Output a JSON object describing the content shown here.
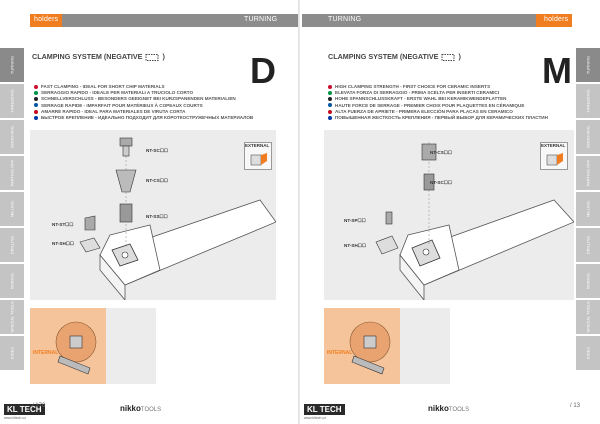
{
  "left": {
    "header_left": "holders",
    "header_right": "TURNING",
    "title": "CLAMPING SYSTEM (NEGATIVE",
    "big_letter": "D",
    "features": [
      {
        "text": "FAST CLAMPING - IDEAL FOR SHORT CHIP MATERIALS",
        "flag": "#c8102e"
      },
      {
        "text": "SERRAGGIO RAPIDO - IDEALE PER MATERIALI A TRUCIOLO CORTO",
        "flag": "#009246"
      },
      {
        "text": "SCHNELLVERSCHLUSS - BESONDERS GEEIGNET BEI KURZSPANENDEN MATERIALIEN",
        "flag": "#222222"
      },
      {
        "text": "SERRAGE RAPIDE - IMPARFAIT POUR MATÉRIEUX À COPEAUX COURTS",
        "flag": "#0055a4"
      },
      {
        "text": "AMARRE RAPIDO - IDEAL PARA MATERIALES DE VIRUTA CORTA",
        "flag": "#c60b1e"
      },
      {
        "text": "БЫСТРОЕ КРЕПЛЕНИЕ - ИДЕАЛЬНО ПОДХОДИТ ДЛЯ КОРОТКОСТРУЖЕЧНЫХ МАТЕРИАЛОВ",
        "flag": "#0039a6"
      }
    ],
    "external_label": "EXTERNAL",
    "internal_label": "INTERNAL",
    "parts": [
      "NT-SC☐☐",
      "NT-CS☐☐",
      "NT-SS☐☐",
      "NT-ST☐☐",
      "NT-SH☐☐"
    ],
    "logo": "KL TECH",
    "logo_sub": "www.kltech.cz",
    "brand": "nikko",
    "brand_suffix": "TOOLS",
    "page_number": "/ 170"
  },
  "right": {
    "header_left": "TURNING",
    "header_right": "holders",
    "title": "CLAMPING SYSTEM (NEGATIVE",
    "big_letter": "M",
    "features": [
      {
        "text": "HIGH CLAMPING STRENGTH - FIRST CHOICE FOR CERAMIC INSERTS",
        "flag": "#c8102e"
      },
      {
        "text": "ELEVATA FORZA DI SERRAGGIO - PRIMA SCELTA PER INSERTI CERAMICI",
        "flag": "#009246"
      },
      {
        "text": "HOHE SPANNSCHLUSSKRAFT - ERSTE WAHL BEI KERAMIKWENDEPLATTEN",
        "flag": "#222222"
      },
      {
        "text": "HAUTE FORCE DE SERRAGE - PREMIER CHOIX POUR PLAQUETTES EN CÉRAMIQUE",
        "flag": "#0055a4"
      },
      {
        "text": "ALTA FUERZA DE APRIETE - PRIMERA ELECCIÓN PARA PLACAS EN CERAMICO",
        "flag": "#c60b1e"
      },
      {
        "text": "ПОВЫШЕННАЯ ЖЕСТКОСТЬ КРЕПЛЕНИЯ - ПЕРВЫЙ ВЫБОР ДЛЯ КЕРАМИЧЕСКИХ ПЛАСТИН",
        "flag": "#0039a6"
      }
    ],
    "external_label": "EXTERNAL",
    "internal_label": "INTERNAL",
    "parts": [
      "NT-CS☐☐",
      "NT-SC☐☐",
      "NT-SP☐☐",
      "NT-SH☐☐"
    ],
    "logo": "KL TECH",
    "logo_sub": "www.kltech.cz",
    "brand": "nikko",
    "brand_suffix": "TOOLS",
    "page_number": "/ 13"
  },
  "side_tabs": [
    "TURNING",
    "THREADING",
    "GROOVING",
    "PARTING OFF",
    "MILLING",
    "DRILLING",
    "BORING",
    "SPECIAL TOOLS",
    "INDEX"
  ],
  "colors": {
    "accent": "#f07e21",
    "header_grey": "#8c8c8c",
    "tab_grey": "#c4c4c4"
  }
}
